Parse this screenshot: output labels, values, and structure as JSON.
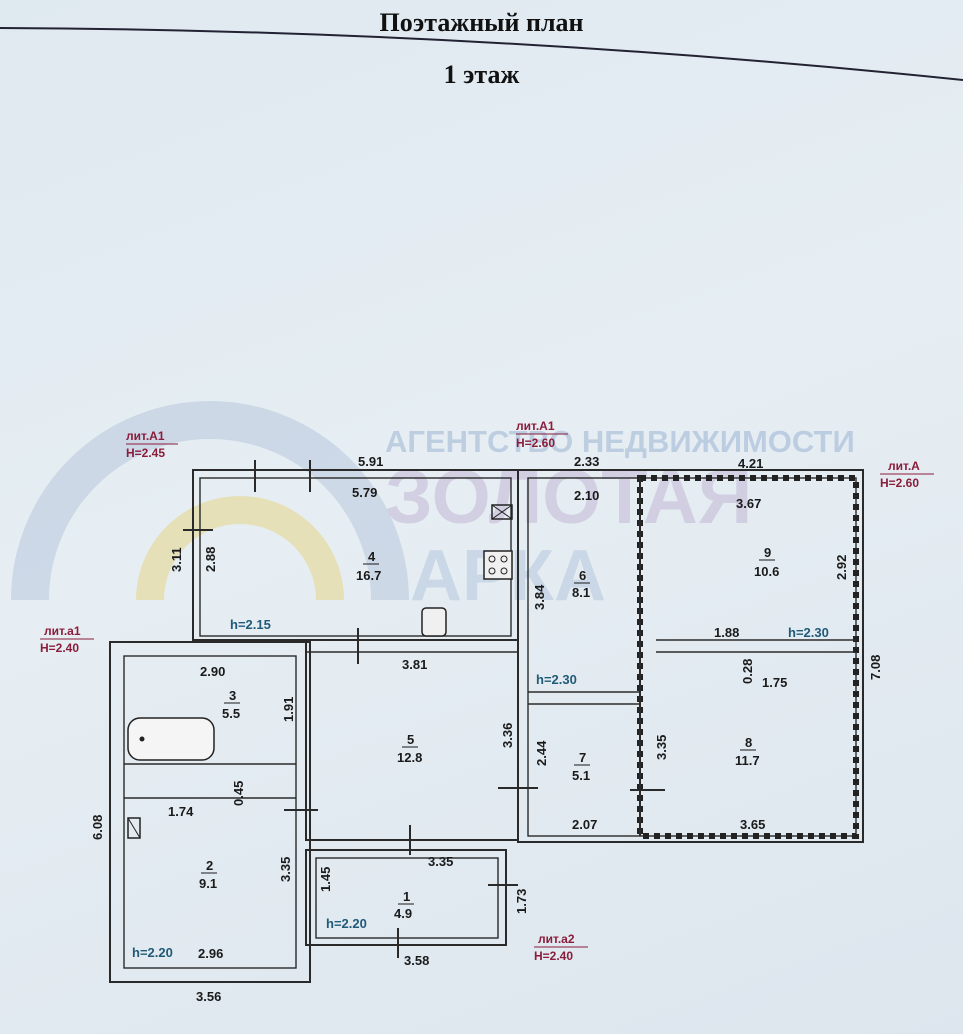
{
  "header": {
    "title": "Поэтажный план",
    "floor": "1 этаж"
  },
  "watermark": {
    "line1": "АГЕНТСТВО НЕДВИЖИМОСТИ",
    "line2": "ЗОЛОТАЯ",
    "line3": "АРКА"
  },
  "lit_labels": [
    {
      "name": "лит.А1",
      "h": "H=2.45"
    },
    {
      "name": "лит.А1",
      "h": "H=2.60"
    },
    {
      "name": "лит.А",
      "h": "H=2.60"
    },
    {
      "name": "лит.а1",
      "h": "H=2.40"
    },
    {
      "name": "лит.а2",
      "h": "H=2.40"
    }
  ],
  "rooms": [
    {
      "num": "1",
      "area": "4.9"
    },
    {
      "num": "2",
      "area": "9.1"
    },
    {
      "num": "3",
      "area": "5.5"
    },
    {
      "num": "4",
      "area": "16.7"
    },
    {
      "num": "5",
      "area": "12.8"
    },
    {
      "num": "6",
      "area": "8.1"
    },
    {
      "num": "7",
      "area": "5.1"
    },
    {
      "num": "8",
      "area": "11.7"
    },
    {
      "num": "9",
      "area": "10.6"
    }
  ],
  "heights": [
    "h=2.15",
    "h=2.30",
    "h=2.30",
    "h=2.20",
    "h=2.20"
  ],
  "dimensions": {
    "d591": "5.91",
    "d579": "5.79",
    "d233": "2.33",
    "d210": "2.10",
    "d421": "4.21",
    "d367": "3.67",
    "d311": "3.11",
    "d288": "2.88",
    "d384": "3.84",
    "d292": "2.92",
    "d708": "7.08",
    "d381": "3.81",
    "d290": "2.90",
    "d191": "1.91",
    "d188": "1.88",
    "d028": "0.28",
    "d175": "1.75",
    "d336": "3.36",
    "d244": "2.44",
    "d335a": "3.35",
    "d045": "0.45",
    "d174": "1.74",
    "d608": "6.08",
    "d335b": "3.35",
    "d207": "2.07",
    "d365": "3.65",
    "d335c": "3.35",
    "d145": "1.45",
    "d173": "1.73",
    "d296": "2.96",
    "d358": "3.58",
    "d356": "3.56"
  }
}
